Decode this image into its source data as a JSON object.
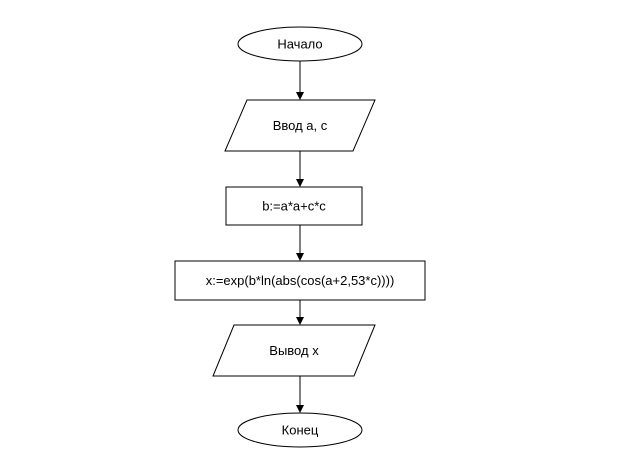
{
  "flowchart": {
    "nodes": [
      {
        "id": "start",
        "type": "terminator",
        "label": "Начало"
      },
      {
        "id": "input",
        "type": "input-output",
        "label": "Ввод a, c"
      },
      {
        "id": "assign-b",
        "type": "process",
        "label": "b:=a*a+c*c"
      },
      {
        "id": "assign-x",
        "type": "process",
        "label": "x:=exp(b*ln(abs(cos(a+2,53*c))))"
      },
      {
        "id": "output",
        "type": "input-output",
        "label": "Вывод x"
      },
      {
        "id": "end",
        "type": "terminator",
        "label": "Конец"
      }
    ],
    "edges": [
      {
        "from": "start",
        "to": "input"
      },
      {
        "from": "input",
        "to": "assign-b"
      },
      {
        "from": "assign-b",
        "to": "assign-x"
      },
      {
        "from": "assign-x",
        "to": "output"
      },
      {
        "from": "output",
        "to": "end"
      }
    ],
    "colors": {
      "stroke": "#000000",
      "fill": "#ffffff",
      "text": "#000000"
    }
  }
}
